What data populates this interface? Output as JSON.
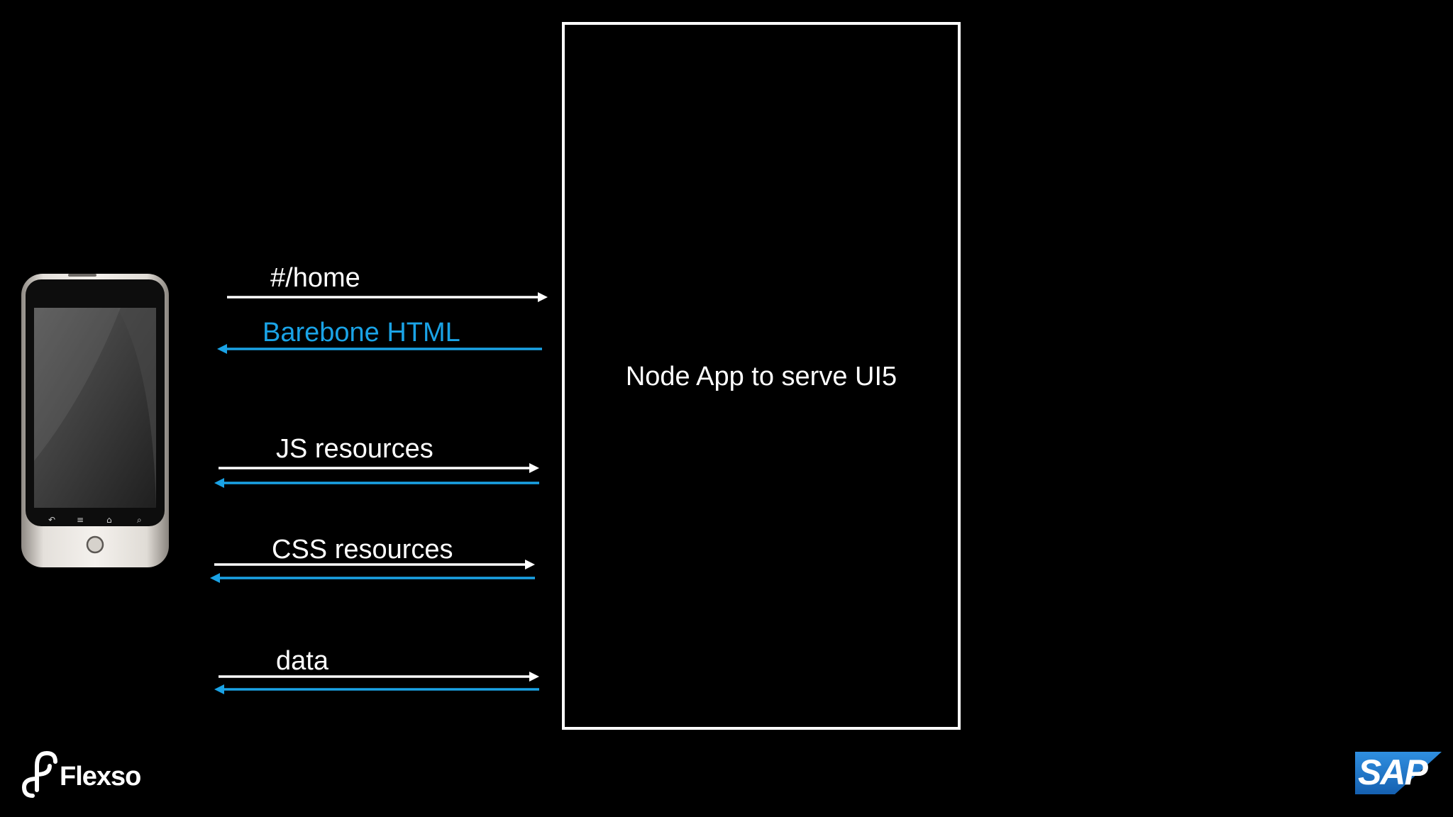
{
  "diagram": {
    "server_label": "Node App to serve UI5",
    "client_device_icon": "smartphone-icon",
    "colors": {
      "background": "#000000",
      "request": "#ffffff",
      "response": "#1aa3e6"
    },
    "exchanges": [
      {
        "label": "#/home",
        "direction": "request"
      },
      {
        "label": "Barebone HTML",
        "direction": "response"
      },
      {
        "label": "JS resources",
        "direction": "request-response"
      },
      {
        "label": "CSS resources",
        "direction": "request-response"
      },
      {
        "label": "data",
        "direction": "request-response"
      }
    ]
  },
  "branding": {
    "left_logo": {
      "icon": "flexso-logo-icon",
      "text": "Flexso"
    },
    "right_logo": {
      "icon": "sap-logo-icon",
      "text": "SAP",
      "color": "#1a73c8"
    }
  }
}
